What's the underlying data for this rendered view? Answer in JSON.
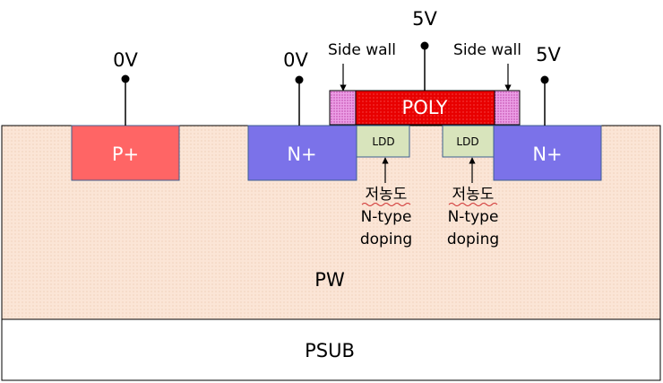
{
  "terminals": {
    "pplus_voltage": "0V",
    "source_voltage": "0V",
    "gate_voltage": "5V",
    "drain_voltage": "5V"
  },
  "regions": {
    "pplus": "P+",
    "nplus_source": "N+",
    "nplus_drain": "N+",
    "poly": "POLY",
    "ldd_left": "LDD",
    "ldd_right": "LDD",
    "pwell": "PW",
    "substrate": "PSUB"
  },
  "annotations": {
    "sidewall_left": "Side wall",
    "sidewall_right": "Side wall",
    "ldd_left_note": [
      "저농도",
      "N-type",
      "doping"
    ],
    "ldd_right_note": [
      "저농도",
      "N-type",
      "doping"
    ]
  },
  "colors": {
    "pwell": "#fbe5d6",
    "pplus": "#ff6565",
    "nplus": "#7b72e9",
    "poly": "#e80000",
    "sidewall": "#e9a6e8",
    "ldd": "#d8e4bc",
    "outline": "#3d5f8f"
  }
}
